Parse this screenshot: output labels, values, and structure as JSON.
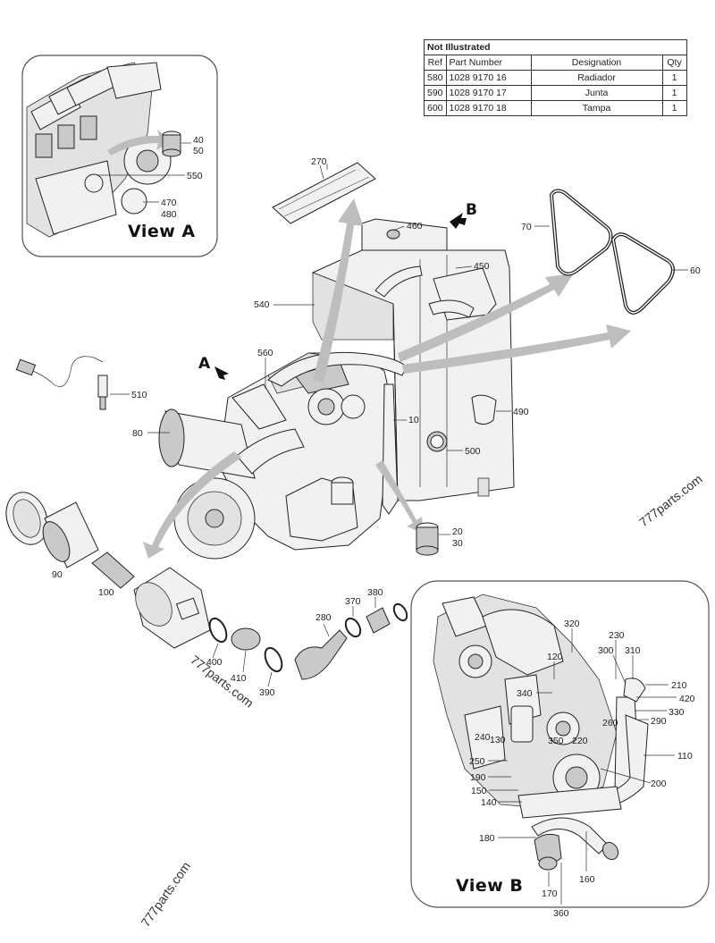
{
  "table": {
    "caption": "Not Illustrated",
    "headers": [
      "Ref",
      "Part Number",
      "Designation",
      "Qty"
    ],
    "rows": [
      [
        "580",
        "1028 9170 16",
        "Radiador",
        "1"
      ],
      [
        "590",
        "1028 9170 17",
        "Junta",
        "1"
      ],
      [
        "600",
        "1028 9170 18",
        "Tampa",
        "1"
      ]
    ]
  },
  "views": {
    "a_title": "View A",
    "b_title": "View B",
    "a_marker": "A",
    "b_marker": "B"
  },
  "watermarks": {
    "right": "777parts.com",
    "middle": "777parts.com",
    "bottom": "777parts.com"
  },
  "callouts": {
    "c10": "10",
    "c20": "20",
    "c30": "30",
    "c40": "40",
    "c50": "50",
    "c60": "60",
    "c70": "70",
    "c80": "80",
    "c90": "90",
    "c100": "100",
    "c110": "110",
    "c120": "120",
    "c130": "130",
    "c140": "140",
    "c150": "150",
    "c160": "160",
    "c170": "170",
    "c180": "180",
    "c190": "190",
    "c200": "200",
    "c210": "210",
    "c220": "220",
    "c230": "230",
    "c240": "240",
    "c250": "250",
    "c260": "260",
    "c270": "270",
    "c280": "280",
    "c290": "290",
    "c300": "300",
    "c310": "310",
    "c320": "320",
    "c330": "330",
    "c340": "340",
    "c350": "350",
    "c360": "360",
    "c370": "370",
    "c380": "380",
    "c390": "390",
    "c400": "400",
    "c410": "410",
    "c420": "420",
    "c450": "450",
    "c460": "460",
    "c470": "470",
    "c480": "480",
    "c490": "490",
    "c500": "500",
    "c510": "510",
    "c540": "540",
    "c550": "550",
    "c560": "560"
  }
}
